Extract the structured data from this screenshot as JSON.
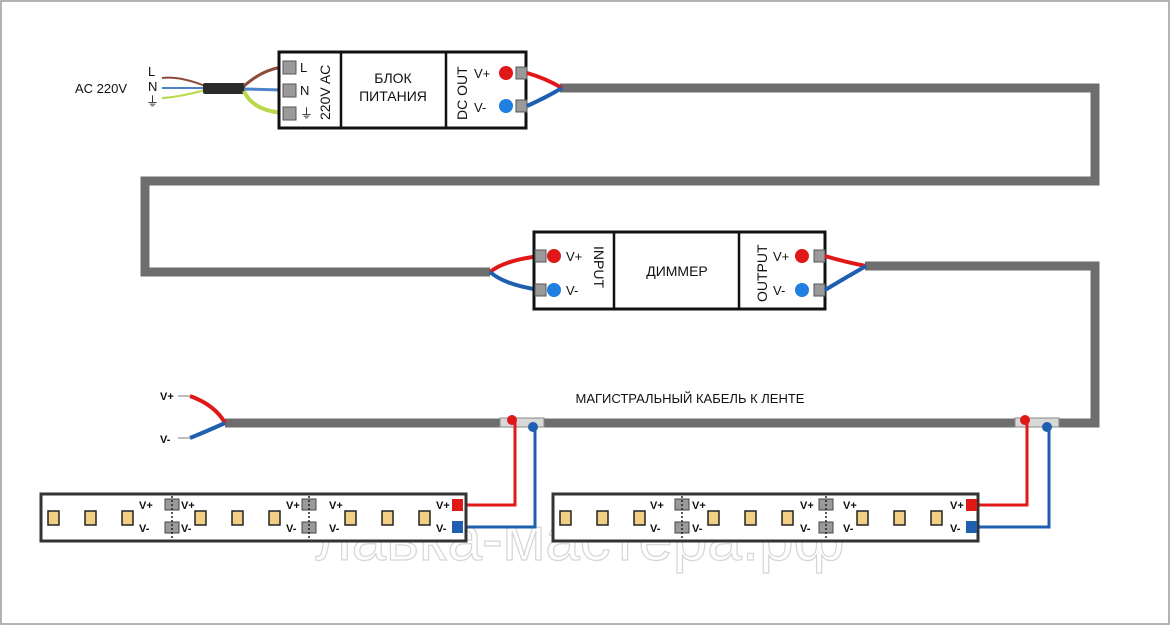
{
  "mains": {
    "label": "AC 220V",
    "terminals": [
      "L",
      "N",
      "⏚"
    ]
  },
  "power_supply": {
    "input_label": "220V AC",
    "title_line1": "БЛОК",
    "title_line2": "ПИТАНИЯ",
    "output_label": "DC OUT",
    "terminals": [
      "L",
      "N"
    ],
    "pos_label": "V+",
    "neg_label": "V-"
  },
  "dimmer": {
    "input_label": "INPUT",
    "title": "ДИММЕР",
    "output_label": "OUTPUT",
    "pos_label": "V+",
    "neg_label": "V-"
  },
  "trunk": {
    "label": "МАГИСТРАЛЬНЫЙ КАБЕЛЬ К ЛЕНТЕ",
    "end_pos_label": "V+",
    "end_neg_label": "V-"
  },
  "strips": [
    {
      "pos_label": "V+",
      "neg_label": "V-"
    },
    {
      "pos_label": "V+",
      "neg_label": "V-"
    }
  ],
  "watermark": "лавка-мастера.рф",
  "colors": {
    "wire_positive": "#e01818",
    "wire_negative": "#1f5fb0",
    "trunk_cable": "#6e6e6e",
    "led": "#f3cf86",
    "earth_wire": "#b8d94a"
  }
}
